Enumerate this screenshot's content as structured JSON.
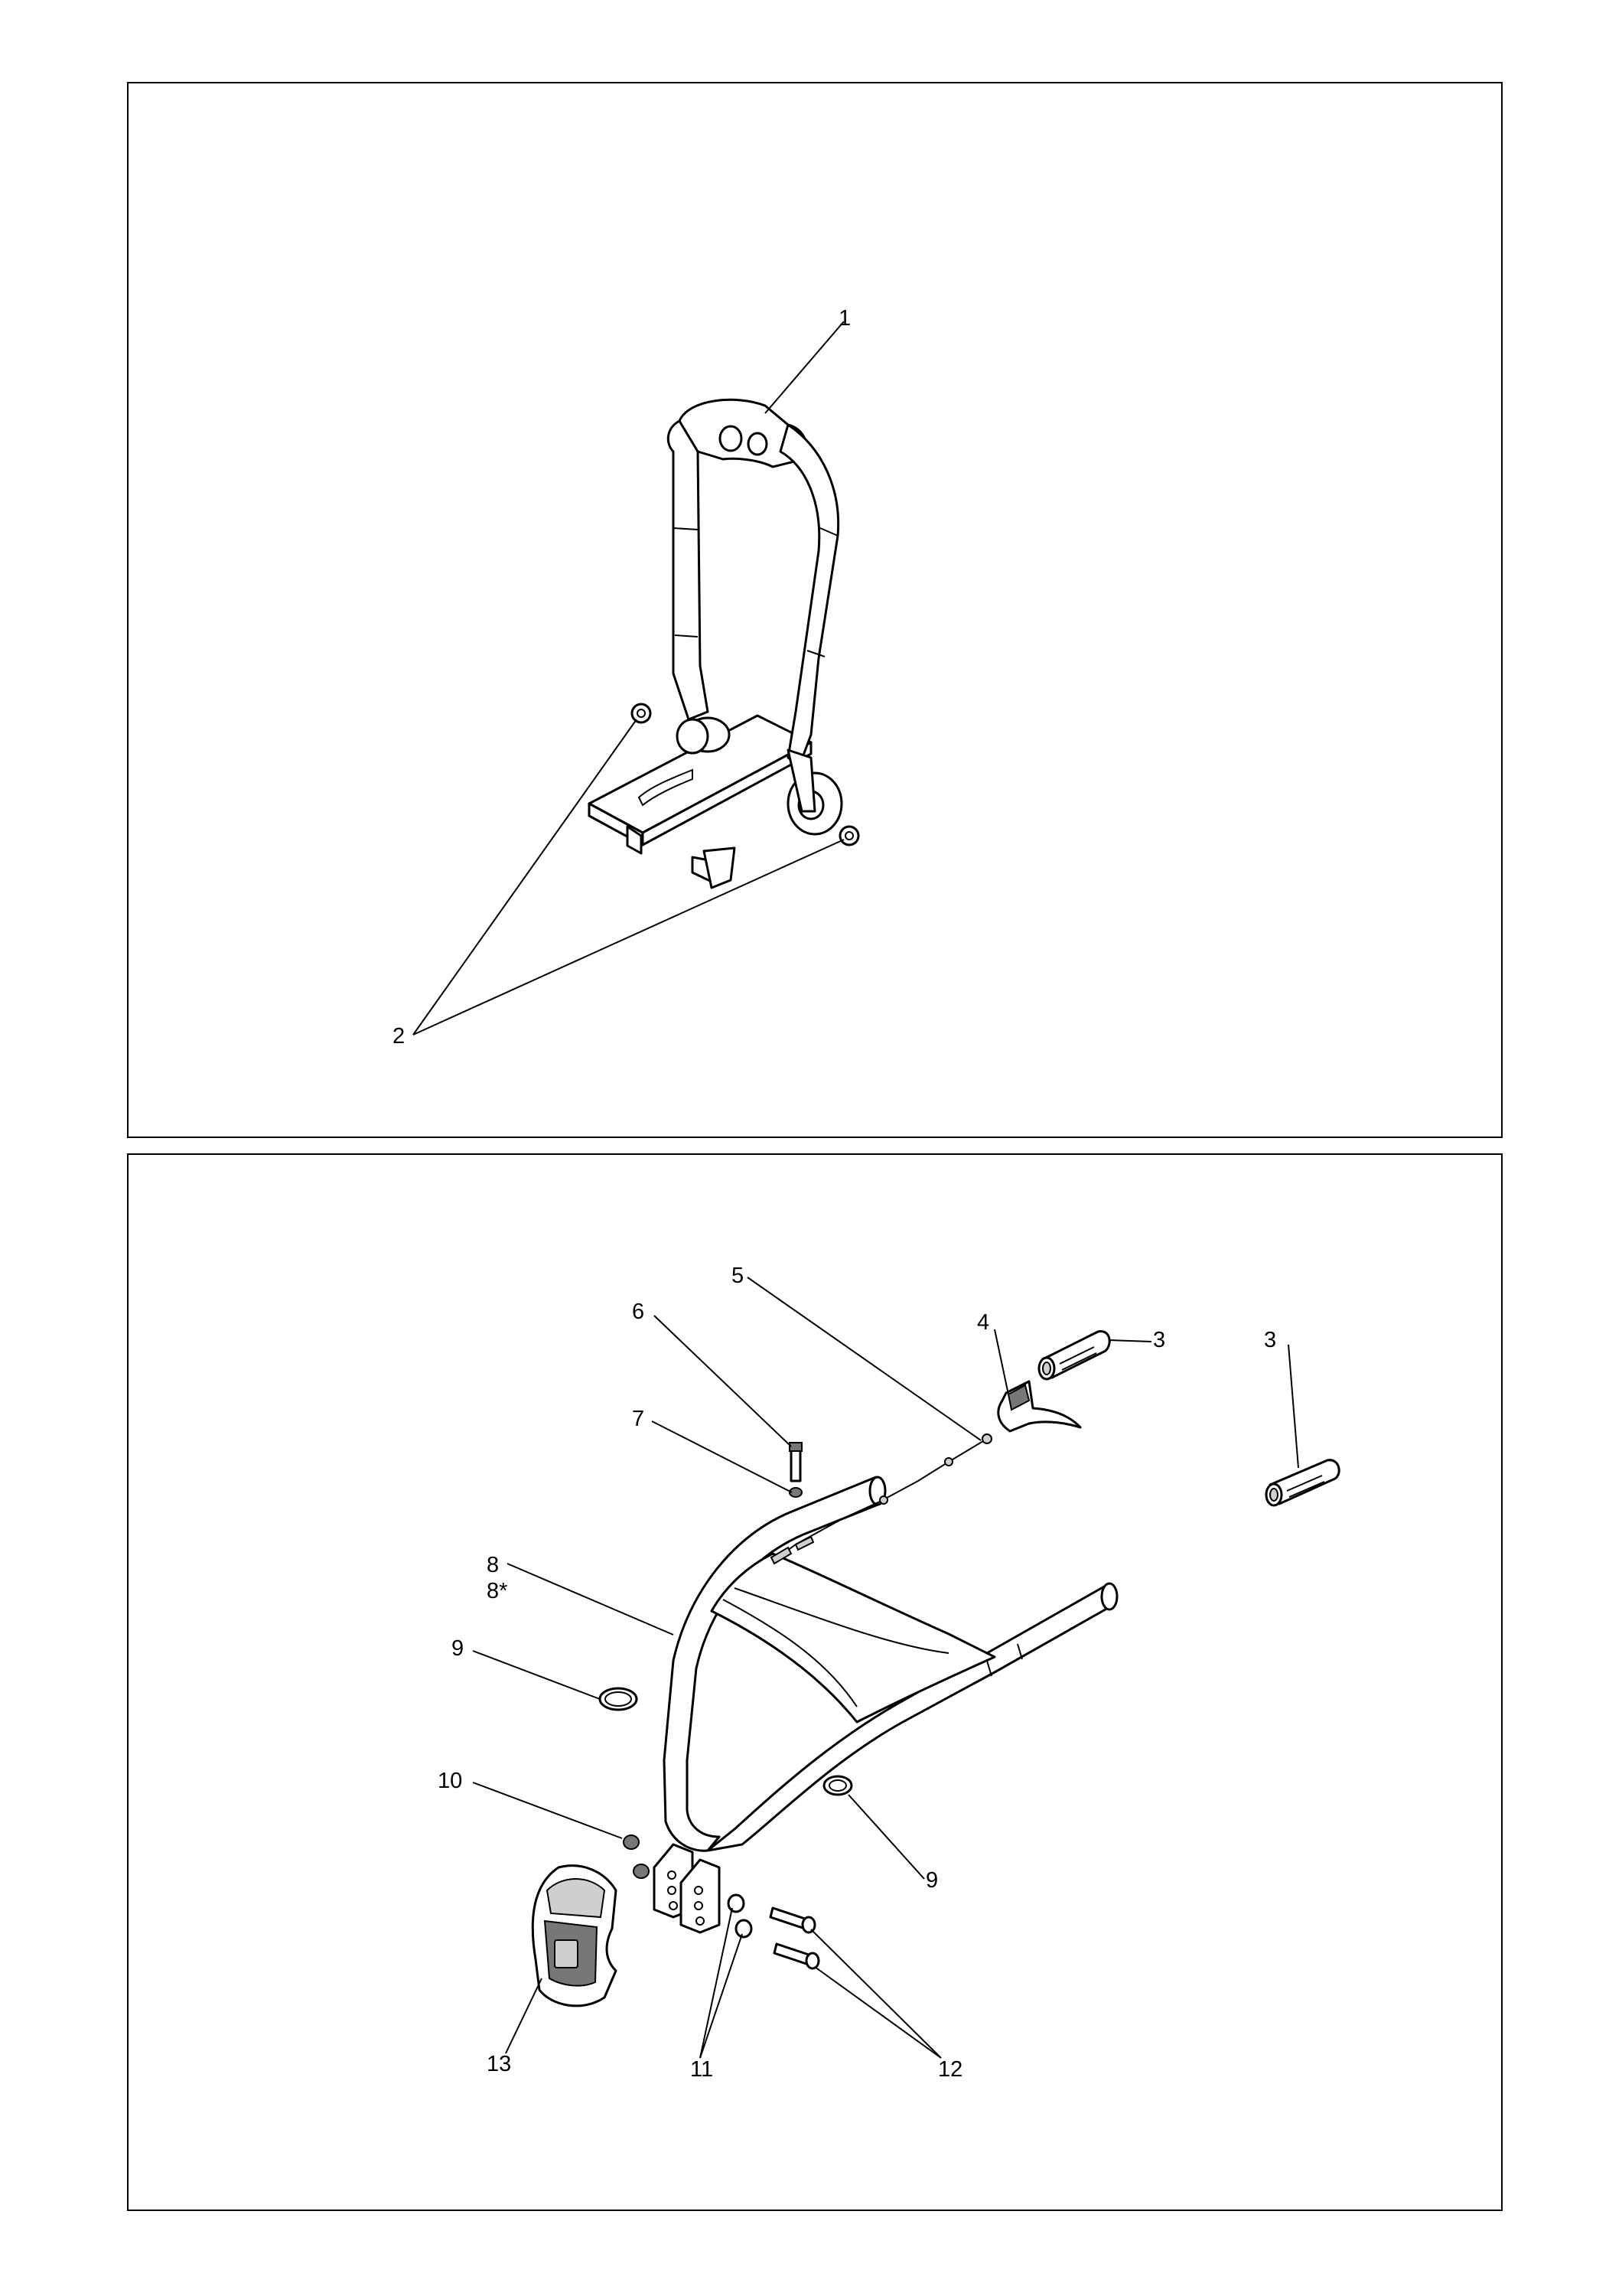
{
  "top_panel": {
    "callouts": [
      {
        "id": "1",
        "label": "1"
      },
      {
        "id": "2",
        "label": "2"
      }
    ]
  },
  "bottom_panel": {
    "callouts": [
      {
        "id": "3a",
        "label": "3"
      },
      {
        "id": "3b",
        "label": "3"
      },
      {
        "id": "4",
        "label": "4"
      },
      {
        "id": "5",
        "label": "5"
      },
      {
        "id": "6",
        "label": "6"
      },
      {
        "id": "7",
        "label": "7"
      },
      {
        "id": "8",
        "label": "8"
      },
      {
        "id": "8s",
        "label": "8*"
      },
      {
        "id": "9a",
        "label": "9"
      },
      {
        "id": "9b",
        "label": "9"
      },
      {
        "id": "10",
        "label": "10"
      },
      {
        "id": "11",
        "label": "11"
      },
      {
        "id": "12",
        "label": "12"
      },
      {
        "id": "13",
        "label": "13"
      }
    ]
  }
}
